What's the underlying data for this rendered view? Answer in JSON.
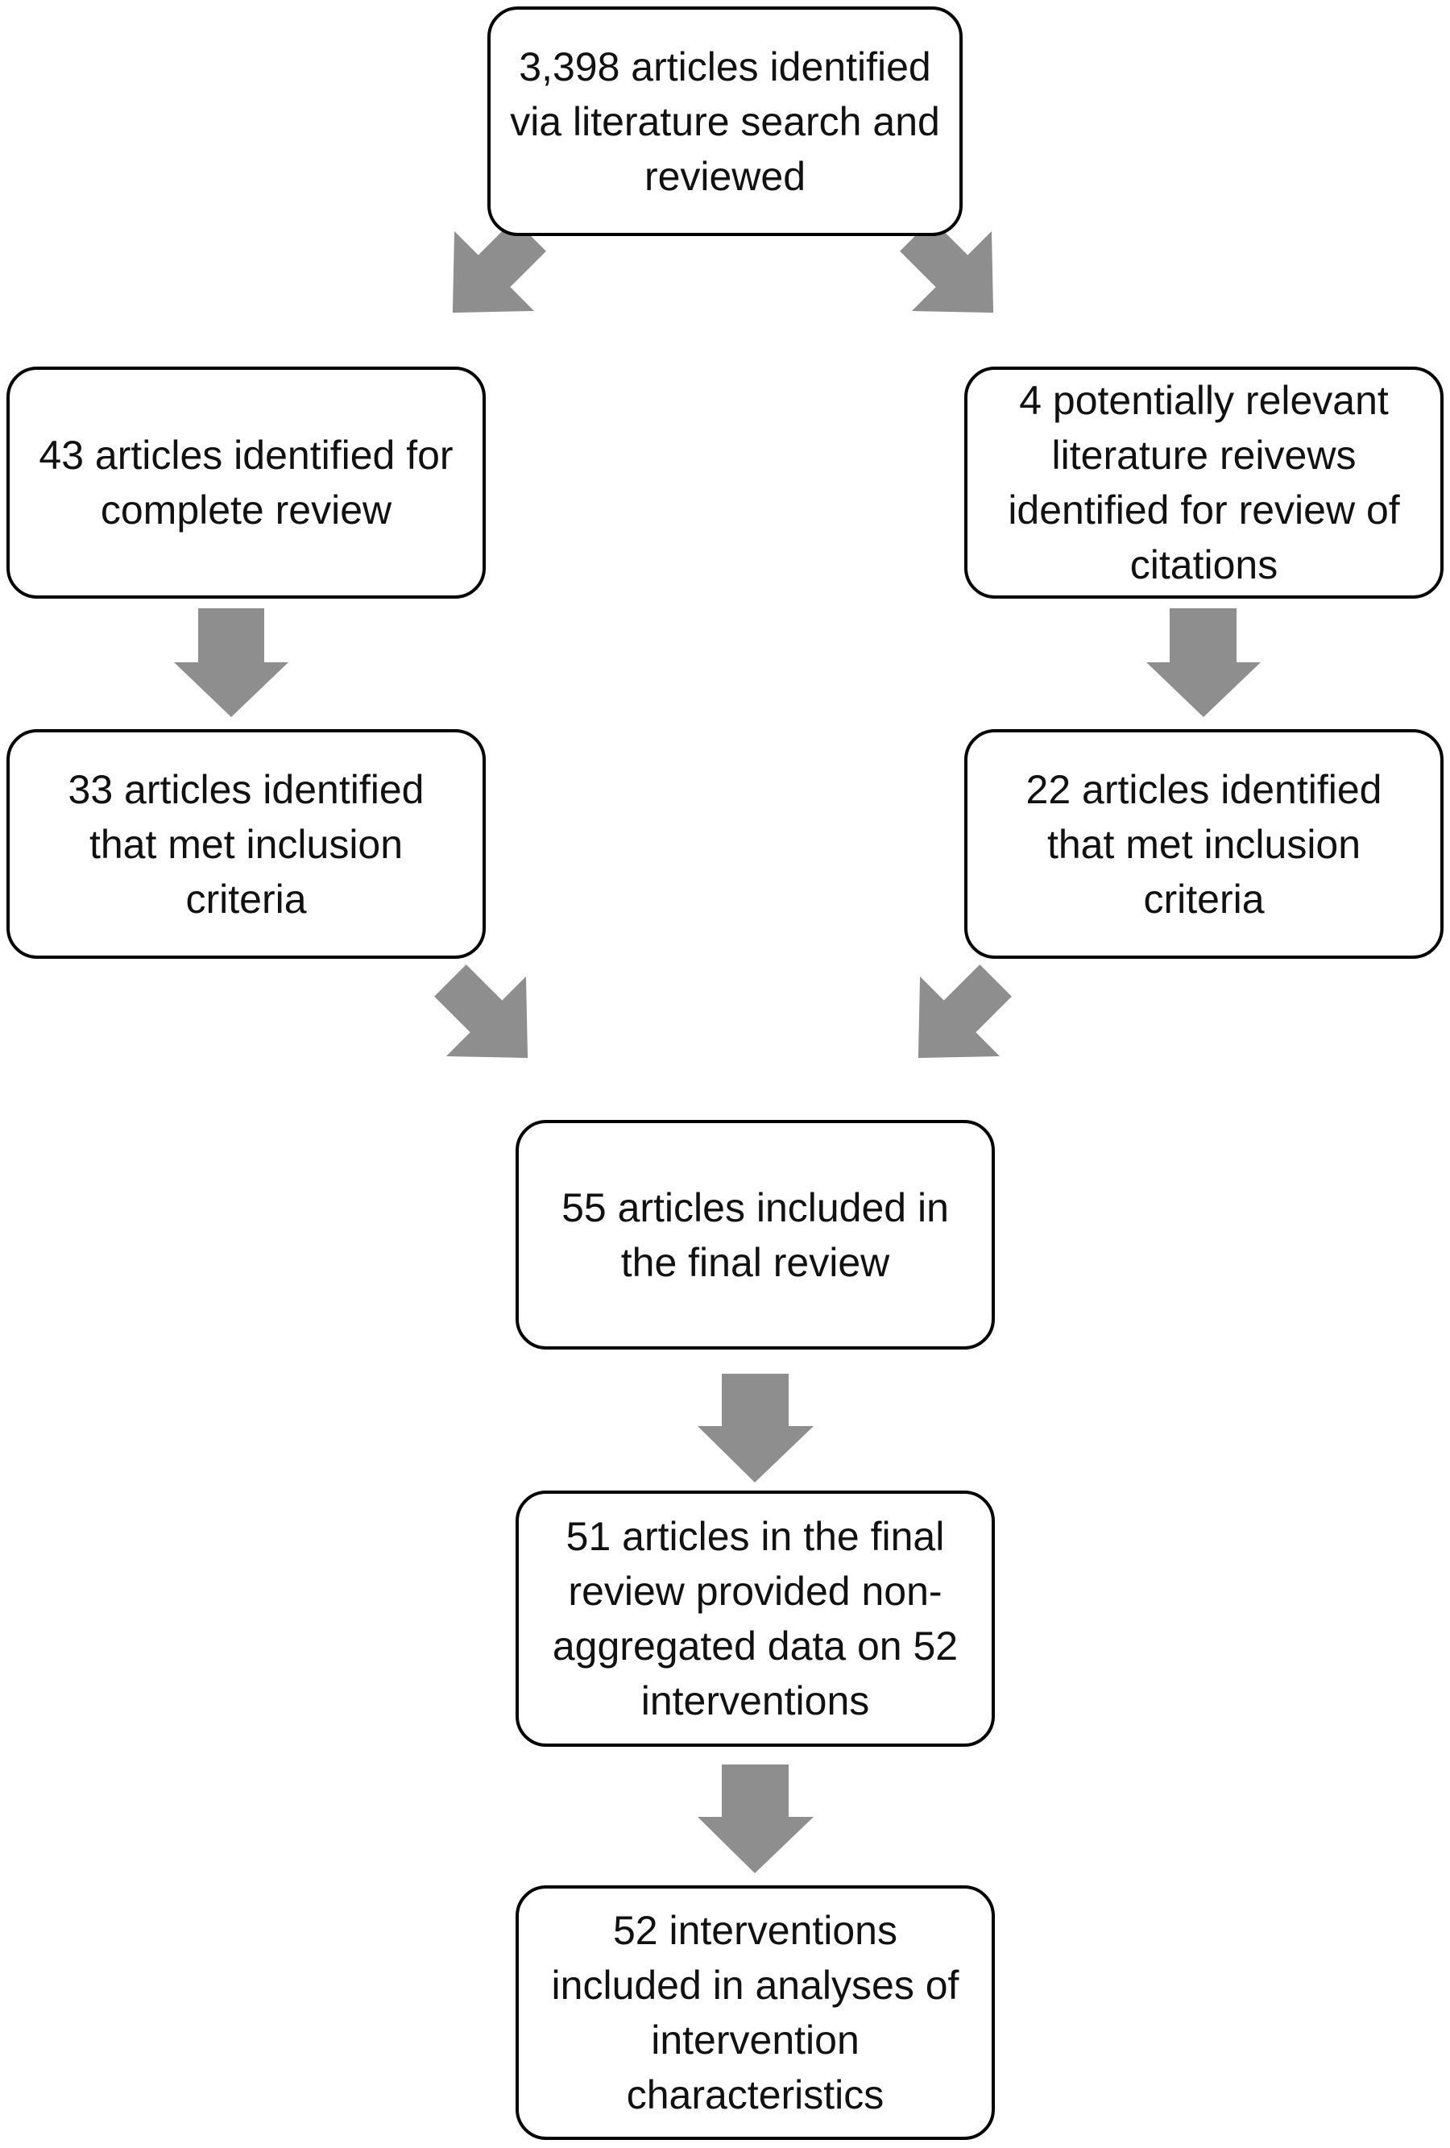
{
  "colors": {
    "box_border": "#000000",
    "box_fill": "#ffffff",
    "arrow": "#8e8e8e",
    "text": "#111111"
  },
  "boxes": {
    "identified": "3,398 articles identified via literature search and reviewed",
    "complete_review": "43 articles identified for complete review",
    "lit_reviews": "4 potentially relevant literature reivews identified for review of citations",
    "left_inclusion": "33 articles identified that met inclusion criteria",
    "right_inclusion": "22 articles identified that met inclusion criteria",
    "final_review": "55 articles included in the final review",
    "non_aggregated": "51 articles in the final review provided non-aggregated data on 52 interventions",
    "interventions": "52 interventions included in analyses of intervention characteristics"
  }
}
